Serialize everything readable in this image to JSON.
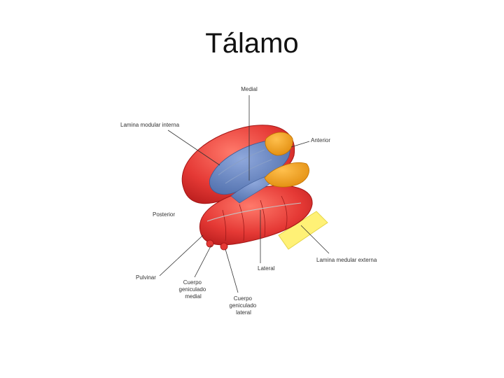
{
  "slide": {
    "title": "Tálamo"
  },
  "diagram": {
    "labels": {
      "medial": "Medial",
      "lamina_interna": "Lamina modular interna",
      "anterior": "Anterior",
      "posterior": "Posterior",
      "pulvinar": "Pulvinar",
      "cuerpo_medial": [
        "Cuerpo",
        "geniculado",
        "medial"
      ],
      "cuerpo_lateral": [
        "Cuerpo",
        "geniculado",
        "lateral"
      ],
      "lateral": "Lateral",
      "lamina_externa": "Lamina medular externa"
    },
    "colors": {
      "nucleus_red": "#e53935",
      "nucleus_red_dark": "#b71c1c",
      "medial_blue": "#5c7fc0",
      "anterior_orange": "#f5a623",
      "reticular_yellow": "#fff176"
    }
  }
}
